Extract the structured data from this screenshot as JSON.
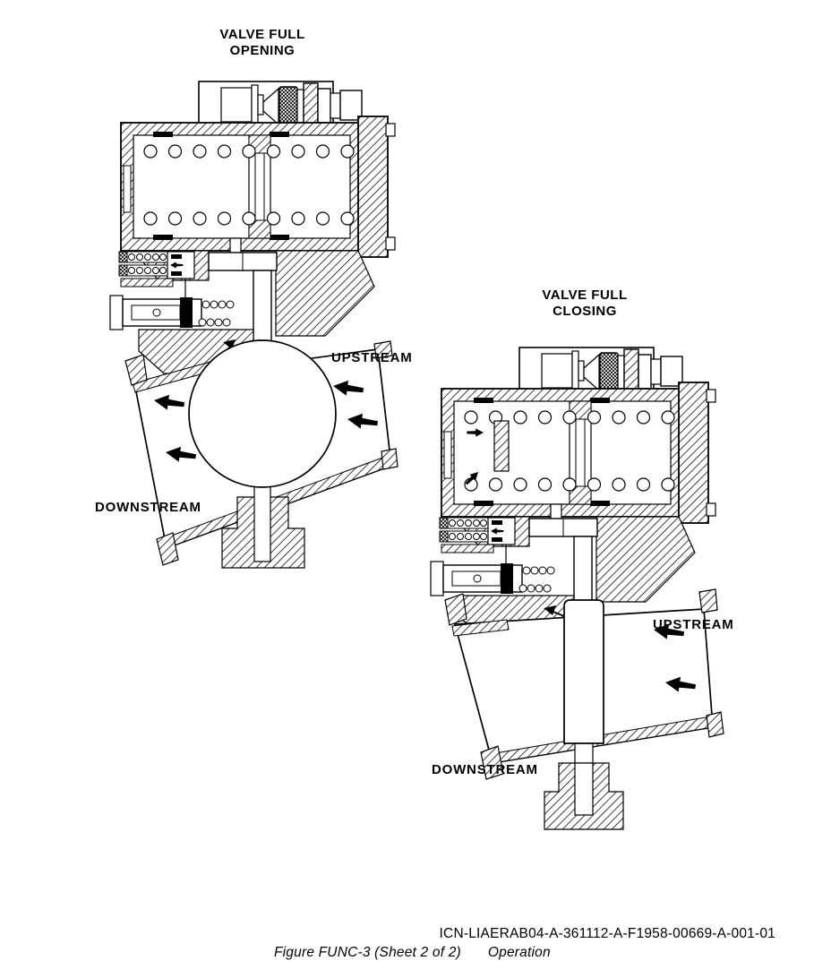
{
  "page": {
    "background": "#ffffff",
    "line_color": "#000000"
  },
  "diagrams": {
    "opening": {
      "title_line1": "VALVE FULL",
      "title_line2": "OPENING",
      "upstream": "UPSTREAM",
      "downstream": "DOWNSTREAM"
    },
    "closing": {
      "title_line1": "VALVE FULL",
      "title_line2": "CLOSING",
      "upstream": "UPSTREAM",
      "downstream": "DOWNSTREAM"
    }
  },
  "caption": {
    "icn": "ICN-LIAERAB04-A-361112-A-F1958-00669-A-001-01",
    "figure": "Figure FUNC-3 (Sheet 2 of 2)",
    "title": "Operation"
  }
}
